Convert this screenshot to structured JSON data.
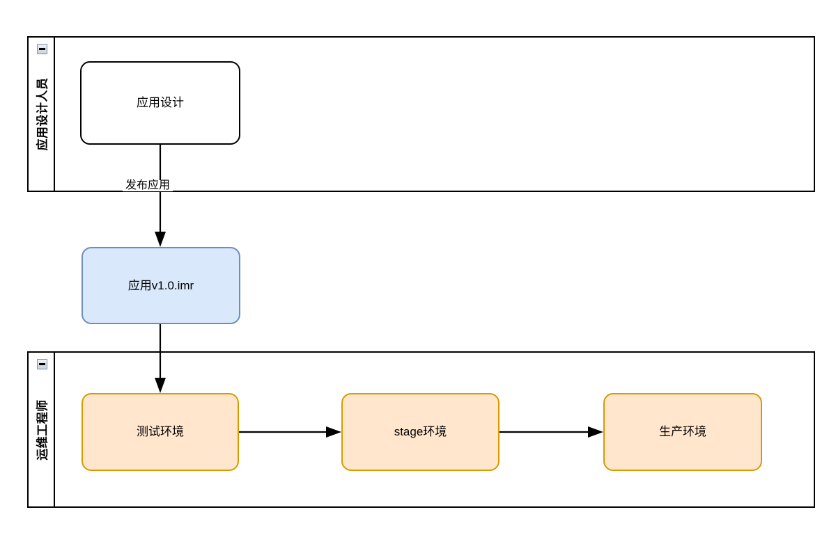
{
  "diagram": {
    "type": "swimlane-flowchart",
    "background": "#ffffff",
    "lanes": [
      {
        "id": "lane-designer",
        "title": "应用设计人员",
        "collapse_icon": "collapse-minus-icon",
        "collapsed": false
      },
      {
        "id": "lane-ops",
        "title": "运维工程师",
        "collapse_icon": "collapse-minus-icon",
        "collapsed": false
      }
    ],
    "nodes": [
      {
        "id": "node-design",
        "label": "应用设计",
        "style": "white",
        "lane": "lane-designer"
      },
      {
        "id": "node-package",
        "label": "应用v1.0.imr",
        "style": "blue",
        "lane": "between"
      },
      {
        "id": "node-test",
        "label": "测试环境",
        "style": "orange",
        "lane": "lane-ops"
      },
      {
        "id": "node-stage",
        "label": "stage环境",
        "style": "orange",
        "lane": "lane-ops"
      },
      {
        "id": "node-prod",
        "label": "生产环境",
        "style": "orange",
        "lane": "lane-ops"
      }
    ],
    "edges": [
      {
        "id": "edge-design-package",
        "from": "node-design",
        "to": "node-package",
        "label": "发布应用"
      },
      {
        "id": "edge-package-test",
        "from": "node-package",
        "to": "node-test",
        "label": ""
      },
      {
        "id": "edge-test-stage",
        "from": "node-test",
        "to": "node-stage",
        "label": ""
      },
      {
        "id": "edge-stage-prod",
        "from": "node-stage",
        "to": "node-prod",
        "label": ""
      }
    ],
    "colors": {
      "white_fill": "#ffffff",
      "white_stroke": "#000000",
      "blue_fill": "#dae8fc",
      "blue_stroke": "#6c8ebf",
      "orange_fill": "#ffe6cc",
      "orange_stroke": "#d79b00",
      "edge_stroke": "#000000",
      "lane_stroke": "#000000"
    }
  }
}
